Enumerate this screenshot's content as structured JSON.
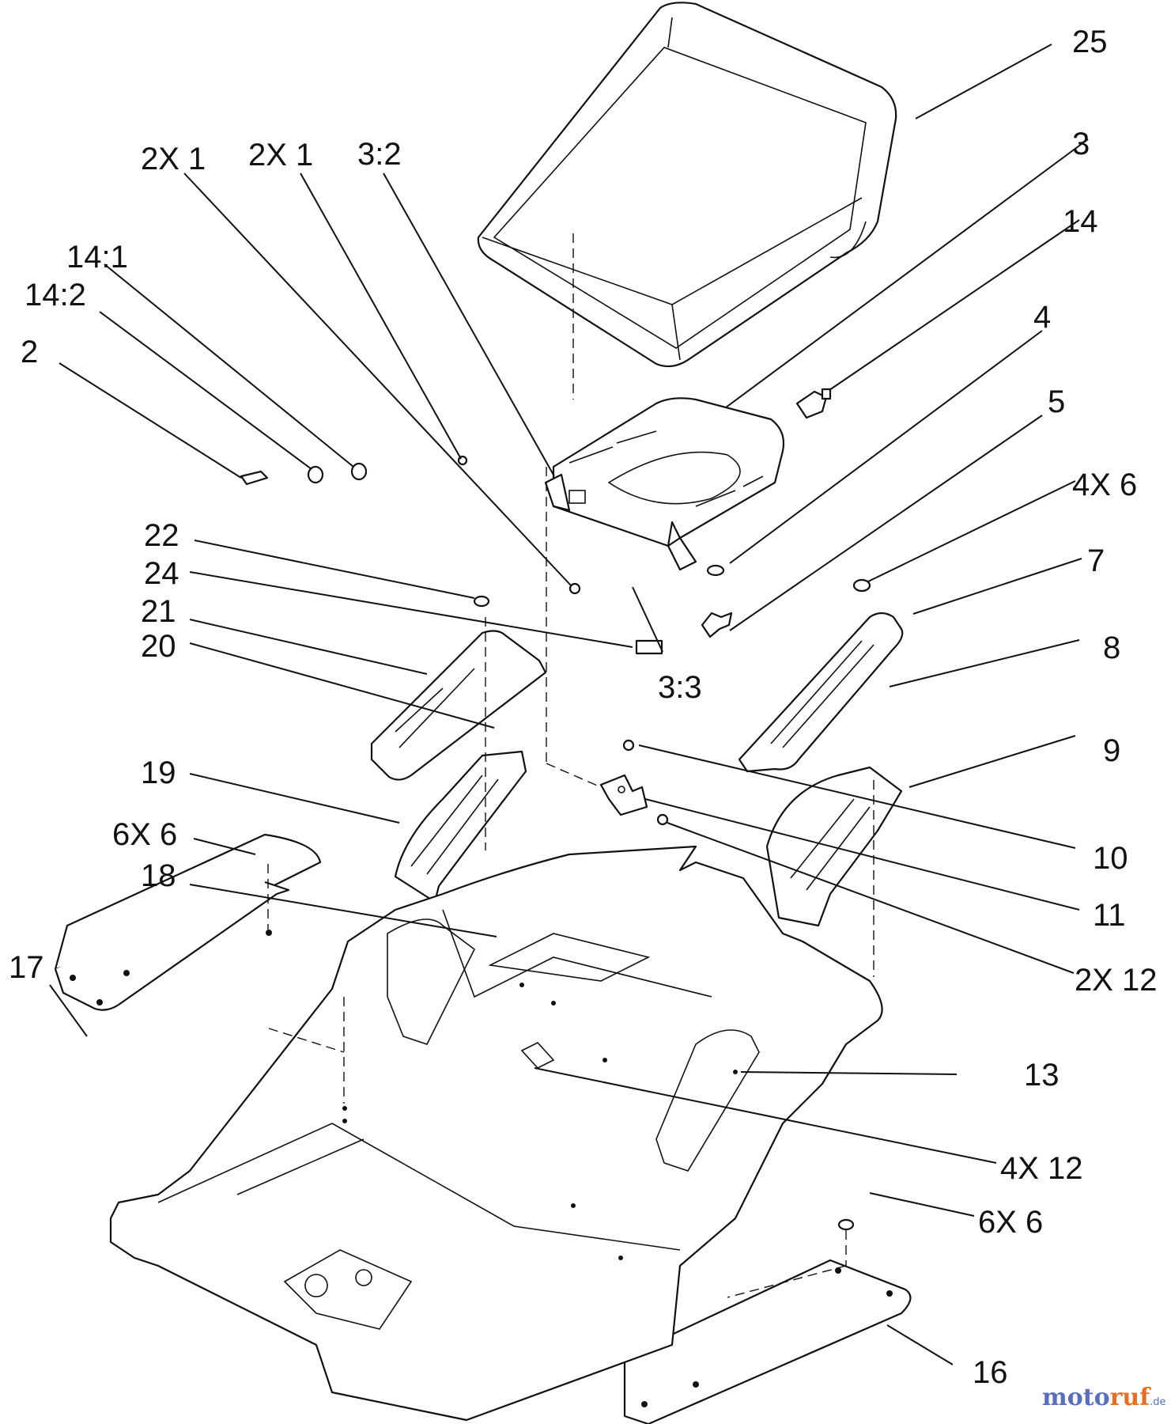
{
  "callouts": {
    "c25": "25",
    "c3": "3",
    "c14": "14",
    "c2x1a": "2X 1",
    "c2x1b": "2X 1",
    "c3_2": "3:2",
    "c14_1": "14:1",
    "c14_2": "14:2",
    "c2": "2",
    "c4": "4",
    "c5": "5",
    "c4x6": "4X 6",
    "c7": "7",
    "c8": "8",
    "c9": "9",
    "c22": "22",
    "c24": "24",
    "c21": "21",
    "c20": "20",
    "c3_3": "3:3",
    "c19": "19",
    "c10": "10",
    "c11": "11",
    "c2x12": "2X 12",
    "c6x6a": "6X 6",
    "c18": "18",
    "c17": "17",
    "c13": "13",
    "c4x12": "4X 12",
    "c6x6b": "6X 6",
    "c16": "16"
  },
  "watermark": {
    "part1": "moto",
    "part2": "ruf",
    "suffix": ".de"
  }
}
